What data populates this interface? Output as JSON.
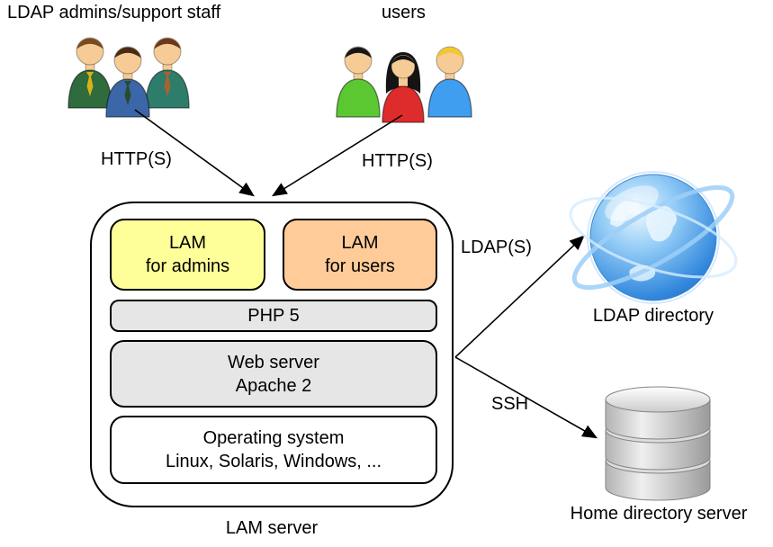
{
  "labels": {
    "admins_group": "LDAP admins/support staff",
    "users_group": "users",
    "http_admins": "HTTP(S)",
    "http_users": "HTTP(S)",
    "ldap_link": "LDAP(S)",
    "ssh_link": "SSH",
    "ldap_directory": "LDAP directory",
    "home_directory": "Home directory server",
    "lam_server_caption": "LAM server"
  },
  "server_stack": {
    "lam_for_admins": "LAM\nfor admins",
    "lam_for_users": "LAM\nfor users",
    "php_layer": "PHP 5",
    "web_server_layer": "Web server\nApache 2",
    "os_layer": "Operating system\nLinux, Solaris, Windows, ..."
  },
  "icons": {
    "admins_group": "three-admin-person-icons",
    "users_group": "three-user-person-icons",
    "ldap_directory": "globe-icon",
    "home_directory": "database-stack-icon"
  },
  "colors": {
    "lam_admins_bg": "#ffff99",
    "lam_users_bg": "#ffcc99",
    "php_bg": "#e6e6e6",
    "web_server_bg": "#e6e6e6",
    "os_bg": "#ffffff",
    "outline": "#000000",
    "globe_blue": "#2a7fd4",
    "database_gray": "#c9c9c9"
  }
}
